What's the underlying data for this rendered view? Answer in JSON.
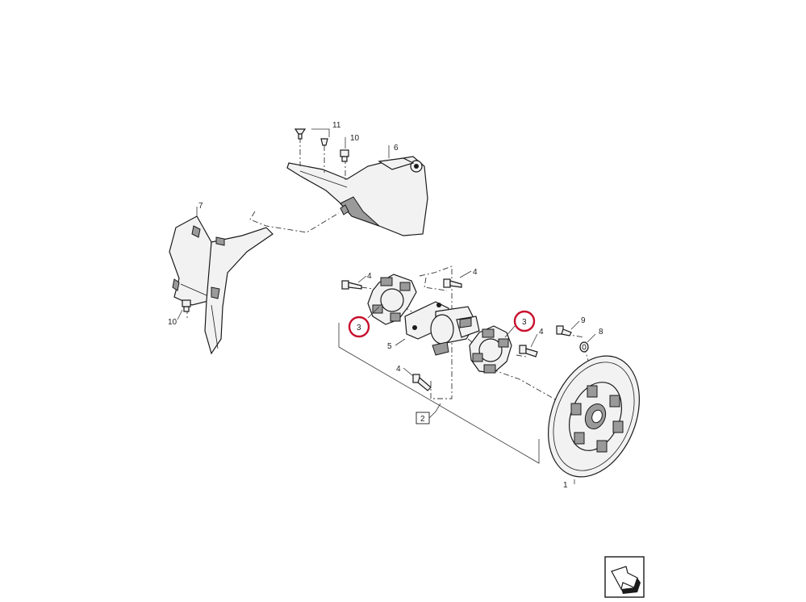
{
  "callouts": {
    "c1": "1",
    "c2": "2",
    "c3a": "3",
    "c3b": "3",
    "c4a": "4",
    "c4b": "4",
    "c4c": "4",
    "c4d": "4",
    "c5": "5",
    "c6": "6",
    "c7": "7",
    "c8": "8",
    "c9": "9",
    "c10a": "10",
    "c10b": "10",
    "c11": "11"
  },
  "colors": {
    "highlight": "#c8102e",
    "line": "#1a1a1a"
  },
  "icons": {
    "nav": "view-direction-arrow-icon"
  }
}
